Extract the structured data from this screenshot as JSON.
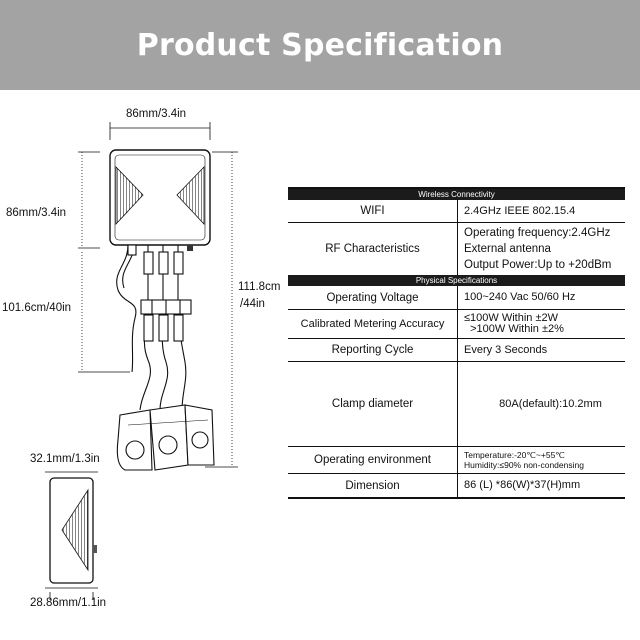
{
  "banner": {
    "title": "Product Specification",
    "color": "#a3a3a3"
  },
  "dimensions": {
    "top_width": "86mm/3.4in",
    "device_height": "86mm/3.4in",
    "cable_length": "101.6cm/40in",
    "total_length_a": "111.8cm",
    "total_length_b": "/44in",
    "side_height": "32.1mm/1.3in",
    "side_depth": "28.86mm/1.1in"
  },
  "table": {
    "sections": [
      {
        "title": "Wireless Connectivity",
        "rows": [
          {
            "label": "WIFI",
            "values": [
              "2.4GHz IEEE 802.15.4"
            ]
          },
          {
            "label": "RF Characteristics",
            "values": [
              "Operating frequency:2.4GHz",
              "External antenna",
              "Output Power:Up to +20dBm"
            ]
          }
        ]
      },
      {
        "title": "Physical Specifications",
        "rows": [
          {
            "label": "Operating Voltage",
            "values": [
              "100~240 Vac 50/60 Hz"
            ]
          },
          {
            "label": "Calibrated Metering Accuracy",
            "values": [
              "≤100W Within ±2W",
              "  >100W Within ±2%"
            ]
          },
          {
            "label": "Reporting Cycle",
            "values": [
              "Every 3 Seconds"
            ]
          },
          {
            "label": "Clamp diameter",
            "values": [
              "80A(default):10.2mm"
            ]
          },
          {
            "label": "Operating environment",
            "values": [
              "Temperature:-20℃~+55℃",
              "Humidity:≤90% non-condensing"
            ]
          },
          {
            "label": "Dimension",
            "values": [
              "86 (L) *86(W)*37(H)mm"
            ]
          }
        ]
      }
    ]
  }
}
